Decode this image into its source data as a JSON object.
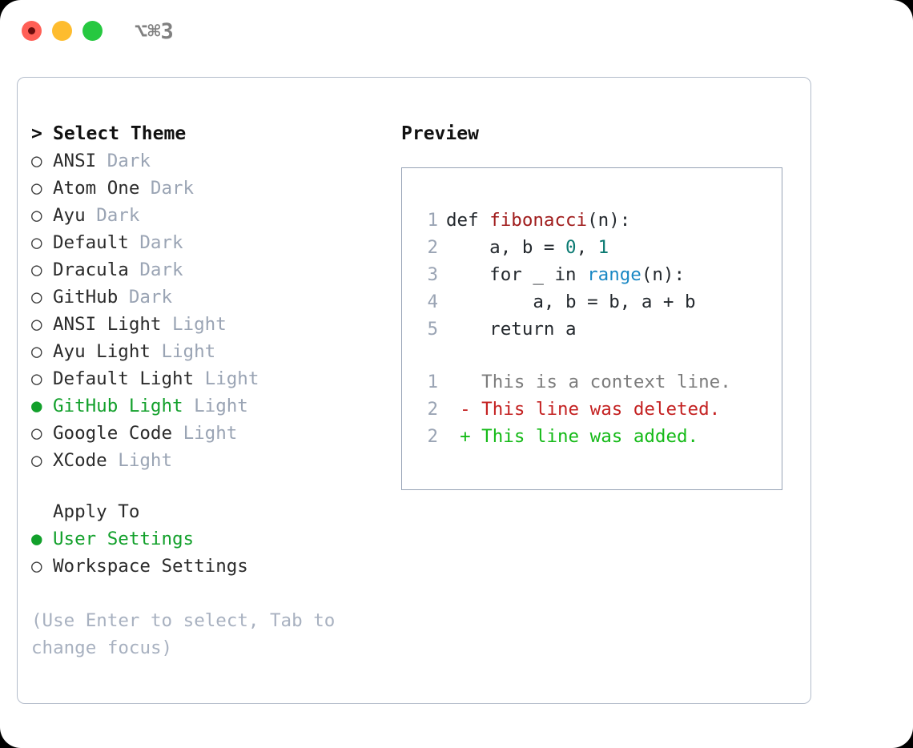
{
  "window": {
    "shortcut": "⌥⌘3",
    "traffic_lights": [
      "close",
      "minimize",
      "maximize"
    ]
  },
  "theme_picker": {
    "heading": "Select Theme",
    "heading_marker": ">",
    "bullet_empty": "○",
    "bullet_selected": "●",
    "items": [
      {
        "name": "ANSI",
        "tag": "Dark",
        "selected": false
      },
      {
        "name": "Atom One",
        "tag": "Dark",
        "selected": false
      },
      {
        "name": "Ayu",
        "tag": "Dark",
        "selected": false
      },
      {
        "name": "Default",
        "tag": "Dark",
        "selected": false
      },
      {
        "name": "Dracula",
        "tag": "Dark",
        "selected": false
      },
      {
        "name": "GitHub",
        "tag": "Dark",
        "selected": false
      },
      {
        "name": "ANSI Light",
        "tag": "Light",
        "selected": false
      },
      {
        "name": "Ayu Light",
        "tag": "Light",
        "selected": false
      },
      {
        "name": "Default Light",
        "tag": "Light",
        "selected": false
      },
      {
        "name": "GitHub Light",
        "tag": "Light",
        "selected": true
      },
      {
        "name": "Google Code",
        "tag": "Light",
        "selected": false
      },
      {
        "name": "XCode",
        "tag": "Light",
        "selected": false
      }
    ]
  },
  "apply_to": {
    "heading": "Apply To",
    "items": [
      {
        "name": "User Settings",
        "selected": true
      },
      {
        "name": "Workspace Settings",
        "selected": false
      }
    ]
  },
  "hint": "(Use Enter to select, Tab to change focus)",
  "preview": {
    "title": "Preview",
    "code_lines": [
      {
        "num": "1",
        "segments": [
          {
            "t": "def ",
            "c": "plain"
          },
          {
            "t": "fibonacci",
            "c": "fn"
          },
          {
            "t": "(n):",
            "c": "plain"
          }
        ]
      },
      {
        "num": "2",
        "segments": [
          {
            "t": "    a, b = ",
            "c": "plain"
          },
          {
            "t": "0",
            "c": "num"
          },
          {
            "t": ", ",
            "c": "plain"
          },
          {
            "t": "1",
            "c": "num"
          }
        ]
      },
      {
        "num": "3",
        "segments": [
          {
            "t": "    for _ in ",
            "c": "plain"
          },
          {
            "t": "range",
            "c": "call"
          },
          {
            "t": "(n):",
            "c": "plain"
          }
        ]
      },
      {
        "num": "4",
        "segments": [
          {
            "t": "        a, b = b, a + b",
            "c": "plain"
          }
        ]
      },
      {
        "num": "5",
        "segments": [
          {
            "t": "    return a",
            "c": "plain"
          }
        ]
      }
    ],
    "diff_lines": [
      {
        "num": "1",
        "sign": " ",
        "text": "This is a context line.",
        "kind": "context"
      },
      {
        "num": "2",
        "sign": "-",
        "text": "This line was deleted.",
        "kind": "deleted"
      },
      {
        "num": "2",
        "sign": "+",
        "text": "This line was added.",
        "kind": "added"
      }
    ]
  },
  "colors": {
    "selected_green": "#12a02b",
    "tag_gray": "#9aa4b4",
    "hint_gray": "#a8b1c0",
    "diff_added": "#15ba18",
    "diff_deleted": "#c42222",
    "diff_context": "#7d7d7d",
    "fn_red": "#a01c1c",
    "num_teal": "#0b7a72",
    "call_blue": "#1a88c4",
    "panel_border": "#b4bdcb",
    "preview_border": "#97a3b6"
  }
}
